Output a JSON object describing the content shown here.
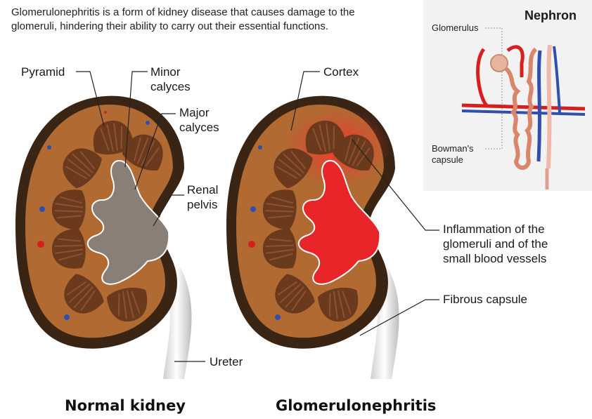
{
  "intro_text": "Glomerulonephritis is a form of kidney disease that causes damage to the glomeruli, hindering their ability to carry out their essential functions.",
  "labels": {
    "pyramid": "Pyramid",
    "minor_calyces_1": "Minor",
    "minor_calyces_2": "calyces",
    "major_calyces_1": "Major",
    "major_calyces_2": "calyces",
    "renal_pelvis_1": "Renal",
    "renal_pelvis_2": "pelvis",
    "ureter": "Ureter",
    "cortex": "Cortex",
    "inflammation_1": "Inflammation of the",
    "inflammation_2": "glomeruli and of the",
    "inflammation_3": "small blood vessels",
    "fibrous_capsule": "Fibrous capsule"
  },
  "captions": {
    "normal": "Normal kidney",
    "disease": "Glomerulonephritis"
  },
  "nephron_inset": {
    "title": "Nephron",
    "glomerulus": "Glomerulus",
    "bowmans_1": "Bowman's",
    "bowmans_2": "capsule"
  },
  "colors": {
    "capsule": "#3a2414",
    "cortex": "#b06a32",
    "pyramid": "#6b3a1c",
    "calyx_normal": "#8a7f76",
    "inflamed": "#e8262a",
    "artery": "#d62020",
    "vein": "#2f4fae"
  }
}
